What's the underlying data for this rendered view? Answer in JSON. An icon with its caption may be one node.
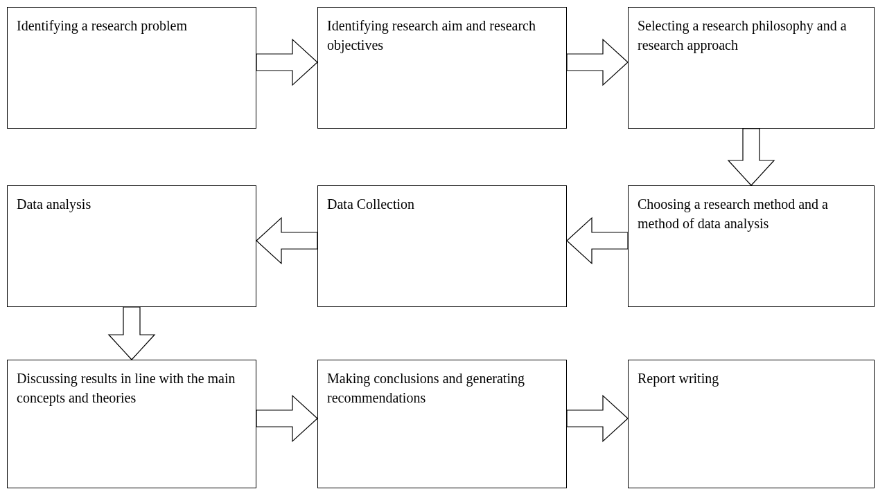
{
  "diagram": {
    "nodes": [
      {
        "text": [
          "Identifying a research problem"
        ]
      },
      {
        "text": [
          "Identifying research aim and research objectives"
        ]
      },
      {
        "text": [
          "Selecting a research philosophy and a research approach"
        ]
      },
      {
        "text": [
          "Data analysis"
        ]
      },
      {
        "text": [
          "Data Collection"
        ]
      },
      {
        "text": [
          "Choosing a research method and a method of data analysis"
        ]
      },
      {
        "text": [
          "Discussing results in line with the main concepts and theories"
        ]
      },
      {
        "text": [
          "Making conclusions and generating recommendations"
        ]
      },
      {
        "text": [
          "Report writing"
        ]
      }
    ],
    "edges": [
      {
        "from": 0,
        "to": 1,
        "arrow": "to"
      },
      {
        "from": 1,
        "to": 2,
        "arrow": "to"
      },
      {
        "from": 2,
        "to": 5,
        "arrow": "to"
      },
      {
        "from": 5,
        "to": 4,
        "arrow": "to"
      },
      {
        "from": 4,
        "to": 3,
        "arrow": "to"
      },
      {
        "from": 3,
        "to": 6,
        "arrow": "to"
      },
      {
        "from": 6,
        "to": 7,
        "arrow": "to"
      },
      {
        "from": 7,
        "to": 8,
        "arrow": "to"
      }
    ]
  }
}
